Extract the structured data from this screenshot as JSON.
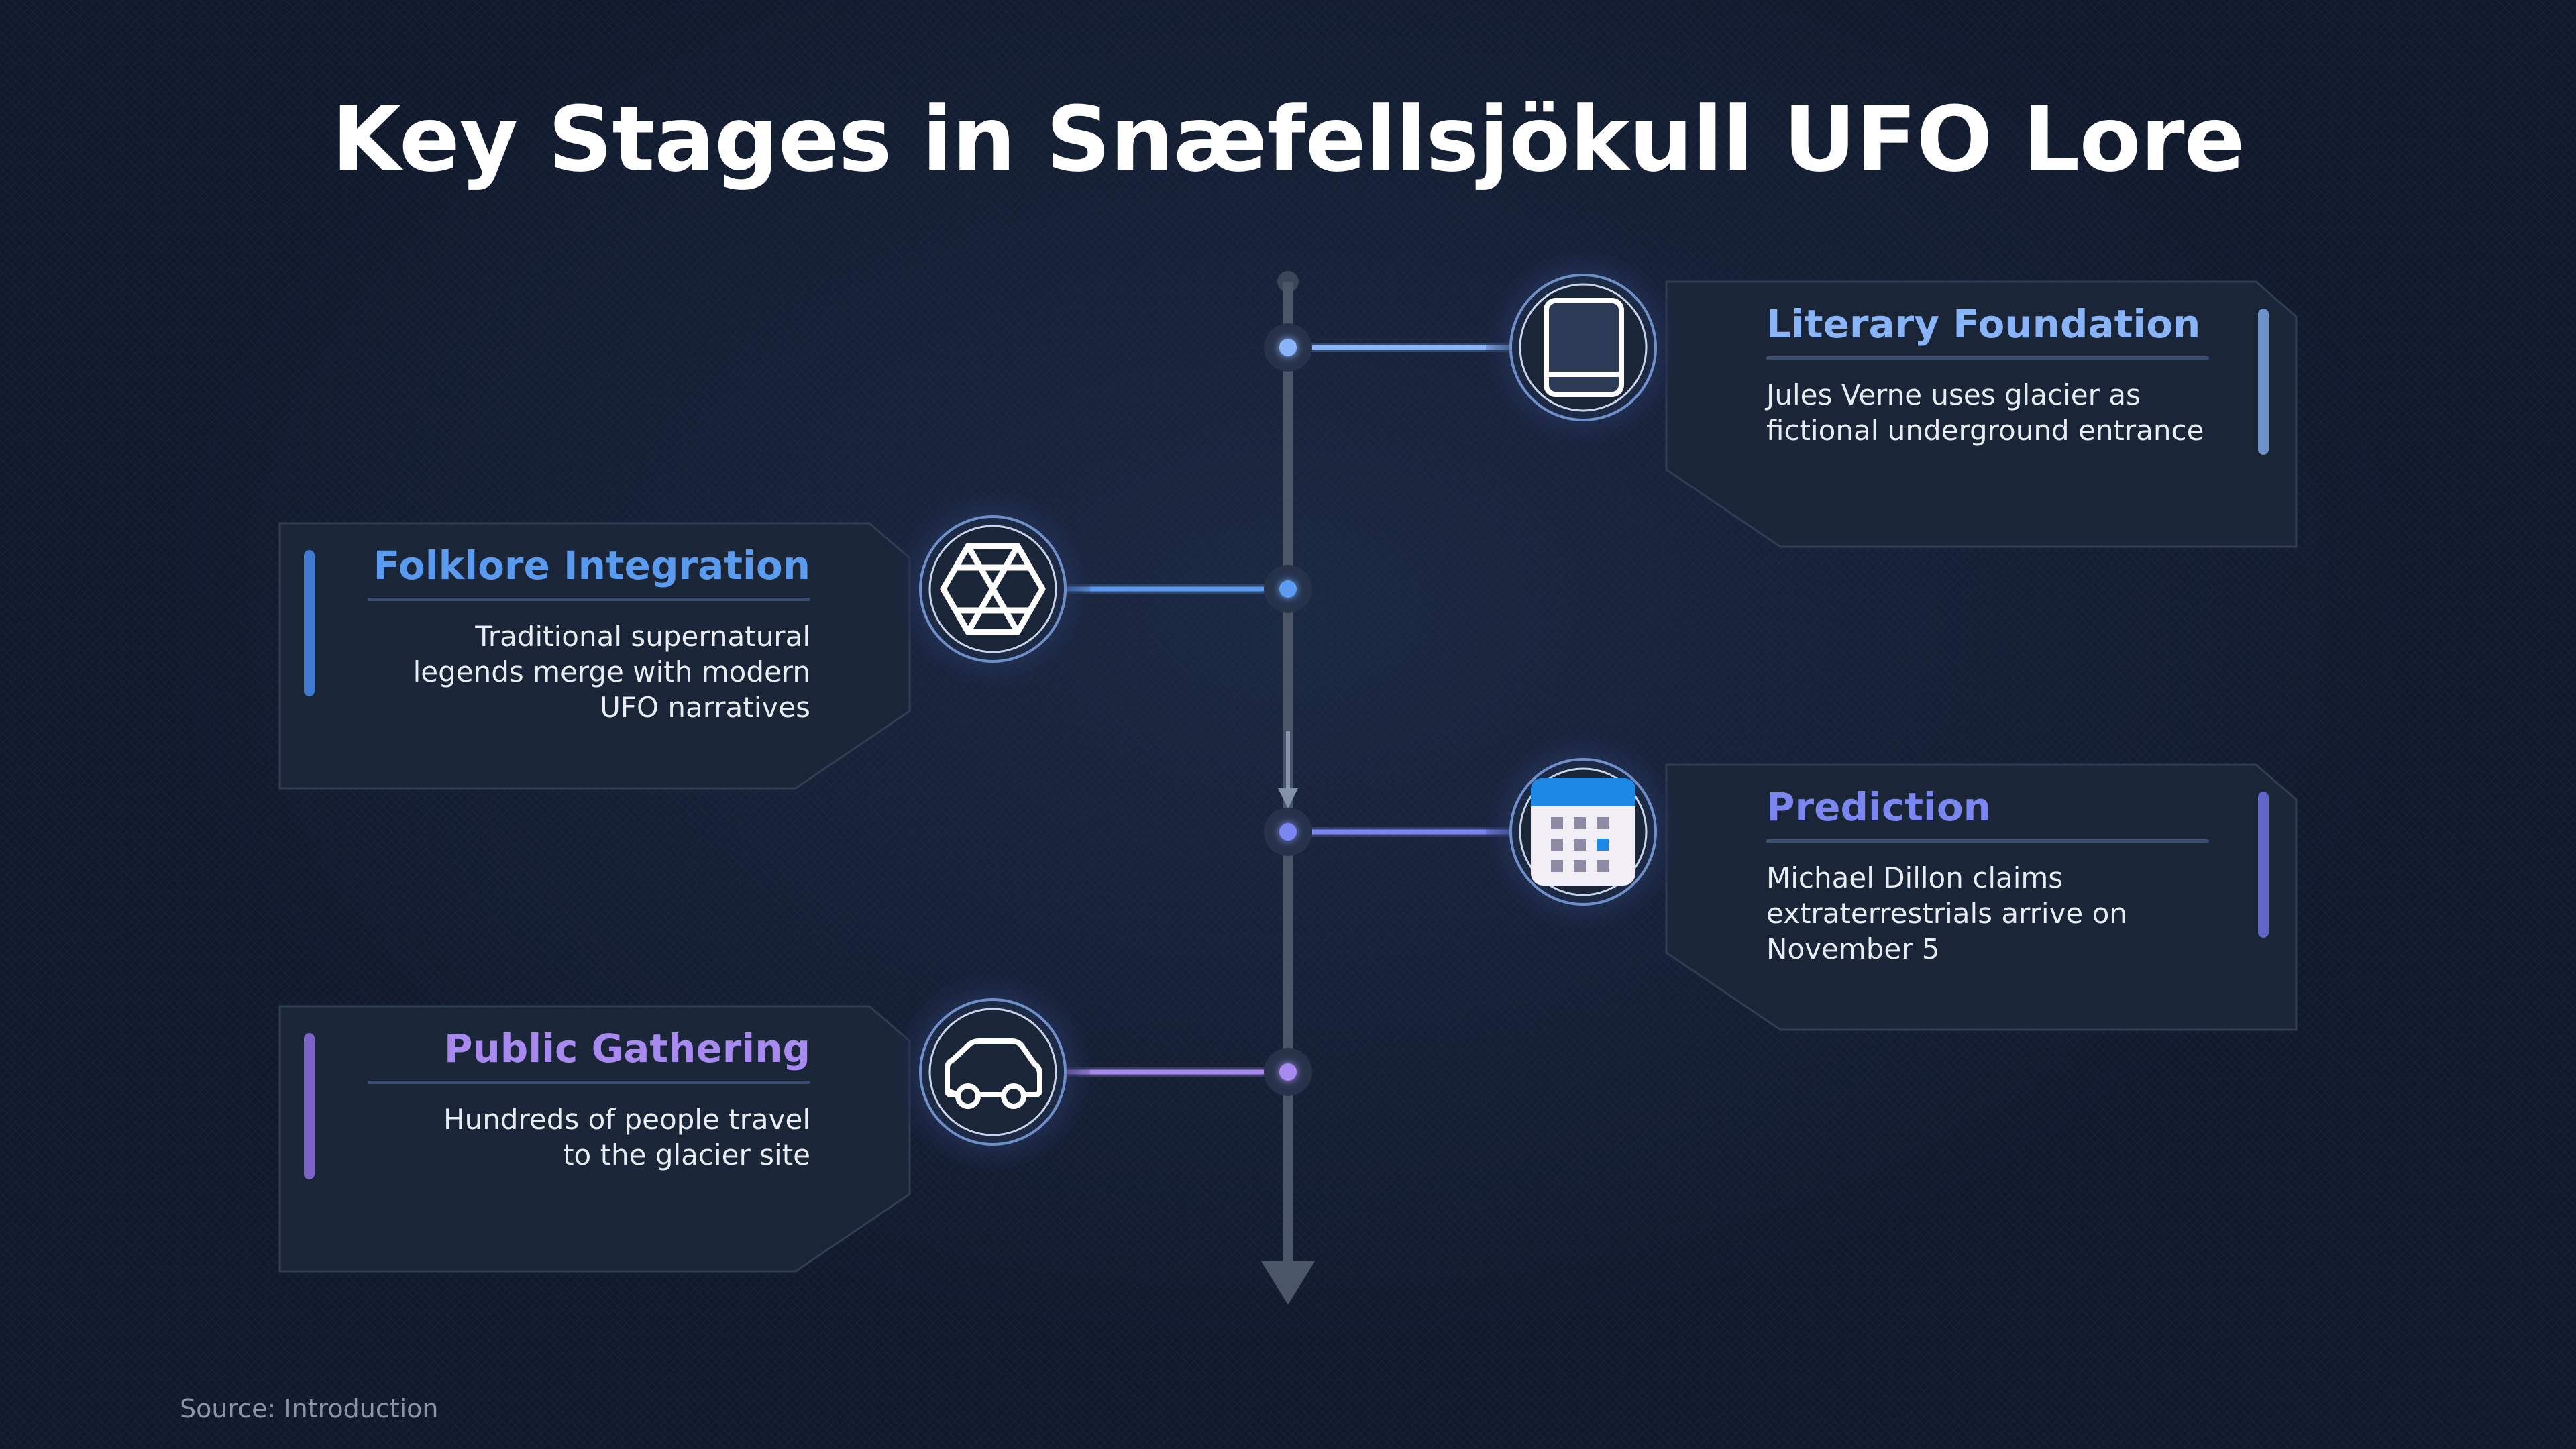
{
  "title": "Key Stages in Snæfellsjökull UFO Lore",
  "source": "Source: Introduction",
  "colors": {
    "background": "#111a2d",
    "card": "#1a2538",
    "card_border": "#2f3d55",
    "axis": "#4a5668"
  },
  "stages": [
    {
      "title": "Literary Foundation",
      "description": "Jules Verne uses glacier as fictional underground entrance",
      "icon": "book-icon",
      "side": "right",
      "accent": "#8ab4f8"
    },
    {
      "title": "Folklore Integration",
      "description": "Traditional supernatural legends merge with modern UFO narratives",
      "icon": "hexagon-network-icon",
      "side": "left",
      "accent": "#5b9bef"
    },
    {
      "title": "Prediction",
      "description": "Michael Dillon claims extraterrestrials arrive on November 5",
      "icon": "calendar-icon",
      "side": "right",
      "accent": "#7b86f0"
    },
    {
      "title": "Public Gathering",
      "description": "Hundreds of people travel to the glacier site",
      "icon": "car-icon",
      "side": "left",
      "accent": "#a789f0"
    }
  ]
}
